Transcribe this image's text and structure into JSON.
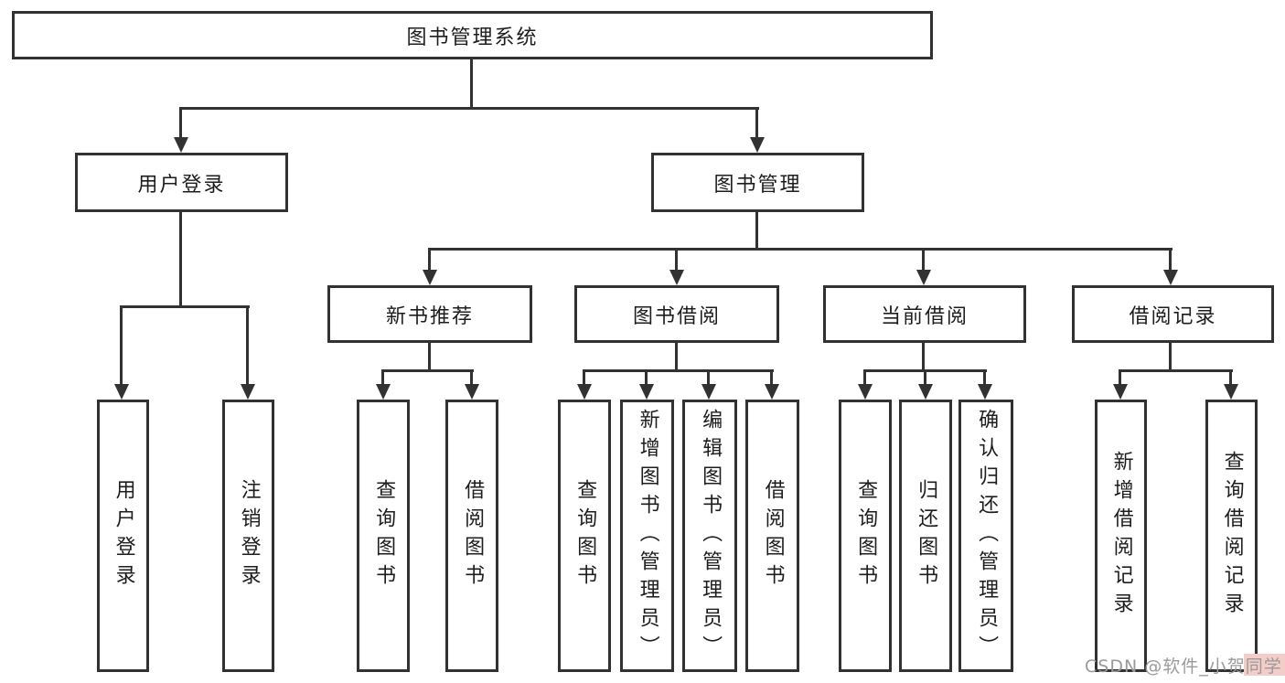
{
  "colors": {
    "background": "#ffffff",
    "line": "#323232",
    "text": "#1d1d1f",
    "watermark_text": "#9a9a9a",
    "watermark_highlight": "#f3cdc7"
  },
  "tree": {
    "label": "图书管理系统",
    "children": [
      {
        "label": "用户登录",
        "children": [
          {
            "label": "用户登录"
          },
          {
            "label": "注销登录"
          }
        ]
      },
      {
        "label": "图书管理",
        "children": [
          {
            "label": "新书推荐",
            "children": [
              {
                "label": "查询图书"
              },
              {
                "label": "借阅图书"
              }
            ]
          },
          {
            "label": "图书借阅",
            "children": [
              {
                "label": "查询图书"
              },
              {
                "label": "新增图书（管理员）"
              },
              {
                "label": "编辑图书（管理员）"
              },
              {
                "label": "借阅图书"
              }
            ]
          },
          {
            "label": "当前借阅",
            "children": [
              {
                "label": "查询图书"
              },
              {
                "label": "归还图书"
              },
              {
                "label": "确认归还（管理员）"
              }
            ]
          },
          {
            "label": "借阅记录",
            "children": [
              {
                "label": "新增借阅记录"
              },
              {
                "label": "查询借阅记录"
              }
            ]
          }
        ]
      }
    ]
  },
  "watermark": {
    "text": "CSDN @软件_小贺同学"
  }
}
